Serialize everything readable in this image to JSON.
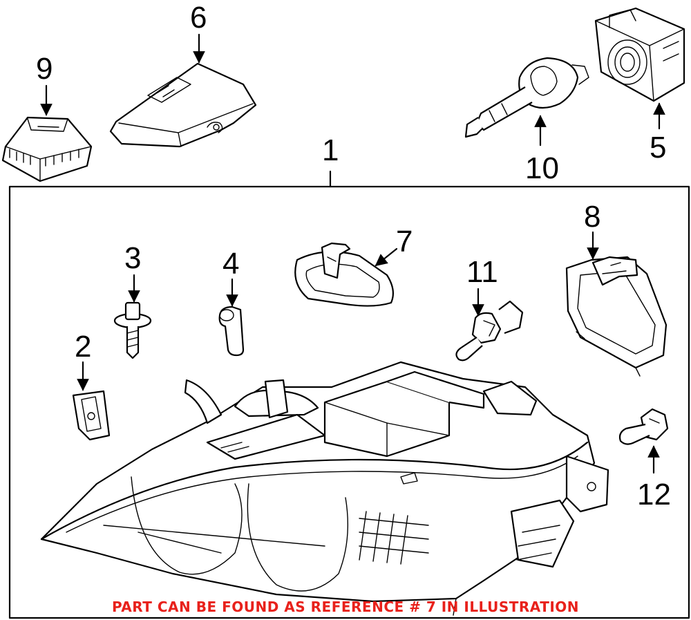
{
  "callouts": {
    "c1": "1",
    "c2": "2",
    "c3": "3",
    "c4": "4",
    "c5": "5",
    "c6": "6",
    "c7": "7",
    "c8": "8",
    "c9": "9",
    "c10": "10",
    "c11": "11",
    "c12": "12"
  },
  "note": "PART CAN BE FOUND AS REFERENCE # 7 IN ILLUSTRATION",
  "colors": {
    "note": "#e8211b",
    "lines": "#000000",
    "background": "#ffffff"
  }
}
